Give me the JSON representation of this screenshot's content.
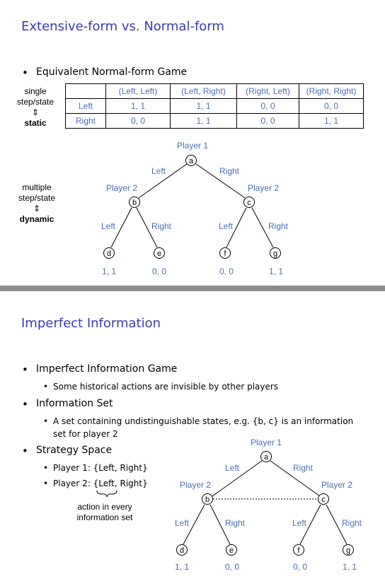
{
  "slide1": {
    "title": "Extensive-form vs. Normal-form",
    "bullet": "Equivalent Normal-form Game",
    "side_static": {
      "line1": "single",
      "line2": "step/state",
      "arrow": "⇕",
      "word": "static"
    },
    "side_dynamic": {
      "line1": "multiple",
      "line2": "step/state",
      "arrow": "⇕",
      "word": "dynamic"
    },
    "table": {
      "headers": [
        "",
        "(Left, Left)",
        "(Left, Right)",
        "(Right, Left)",
        "(Right, Right)"
      ],
      "rows": [
        [
          "Left",
          "1, 1",
          "1, 1",
          "0, 0",
          "0, 0"
        ],
        [
          "Right",
          "0, 0",
          "1, 1",
          "0, 0",
          "1, 1"
        ]
      ]
    },
    "tree": {
      "player1": "Player 1",
      "player2_left": "Player 2",
      "player2_right": "Player 2",
      "edges": [
        "Left",
        "Right",
        "Left",
        "Right",
        "Left",
        "Right"
      ],
      "nodes": [
        "a",
        "b",
        "c",
        "d",
        "e",
        "f",
        "g"
      ],
      "payoffs": [
        "1, 1",
        "0, 0",
        "0, 0",
        "1, 1"
      ]
    }
  },
  "slide2": {
    "title": "Imperfect Information",
    "bullets": [
      {
        "text": "Imperfect Information Game",
        "subs": [
          "Some historical actions are invisible by other players"
        ]
      },
      {
        "text": "Information Set",
        "subs": [
          "A set containing undistinguishable states, e.g. {b, c} is an information",
          "set for player 2"
        ]
      },
      {
        "text": "Strategy Space",
        "subs": [
          "Player 1: {Left, Right}",
          "Player 2: {Left, Right}"
        ]
      }
    ],
    "note": {
      "line1": "action in every",
      "line2": "information set"
    },
    "tree": {
      "player1": "Player 1",
      "player2_left": "Player 2",
      "player2_right": "Player 2",
      "edges": [
        "Left",
        "Right",
        "Left",
        "Right",
        "Left",
        "Right"
      ],
      "nodes": [
        "a",
        "b",
        "c",
        "d",
        "e",
        "f",
        "g"
      ],
      "payoffs": [
        "1, 1",
        "0, 0",
        "0, 0",
        "1, 1"
      ]
    }
  }
}
